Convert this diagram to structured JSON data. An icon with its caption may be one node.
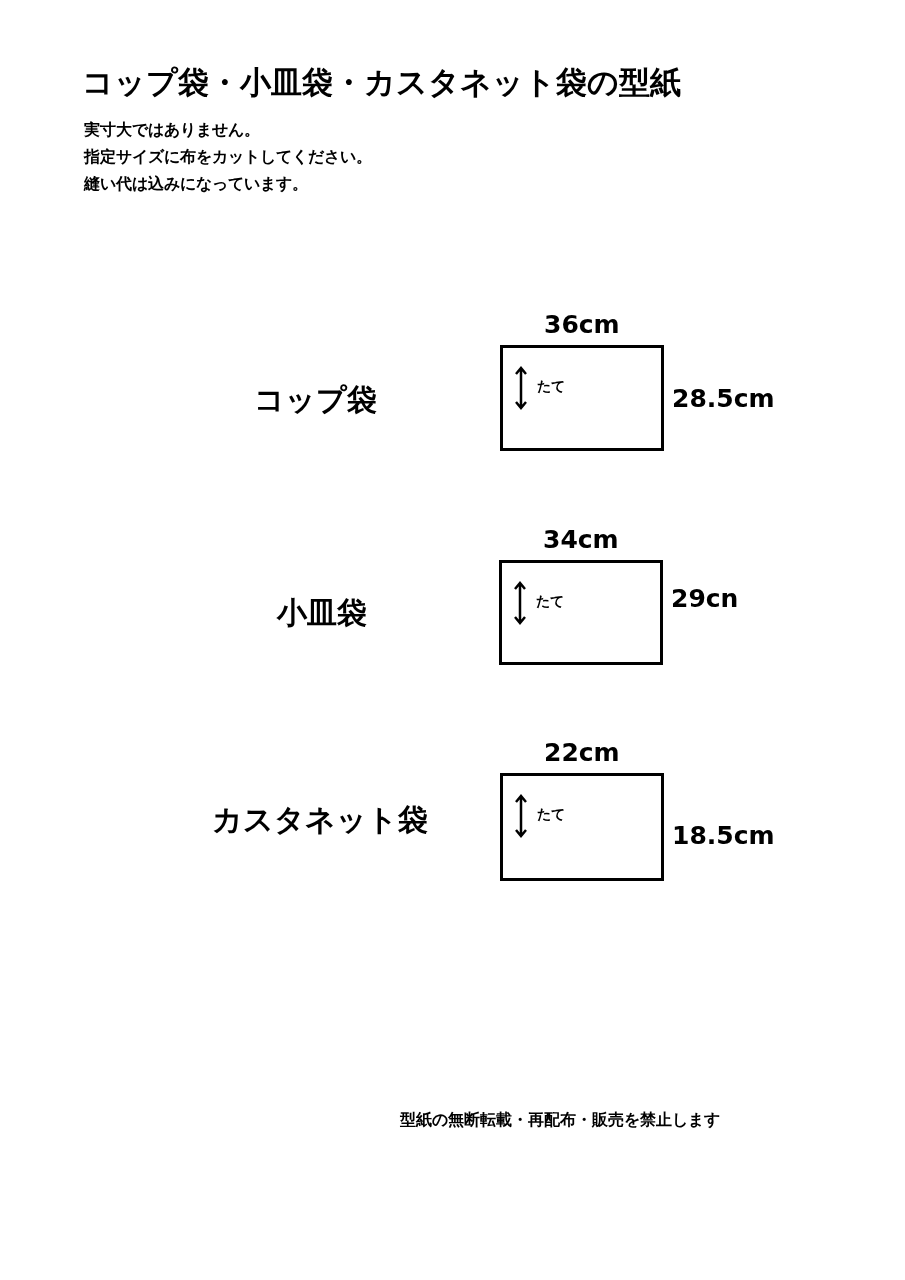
{
  "diagram": {
    "title": "コップ袋・小皿袋・カスタネット袋の型紙",
    "nodes": [
      {
        "text": [
          "たて"
        ],
        "beside": [
          "36cm",
          "28.5cm"
        ]
      },
      {
        "text": [
          "たて"
        ],
        "beside": [
          "34cm",
          "29cn"
        ]
      },
      {
        "text": [
          "たて"
        ],
        "beside": [
          "22cm",
          "18.5cm"
        ]
      }
    ],
    "labels": [
      "実寸大ではありません。",
      "指定サイズに布をカットしてください。",
      "縫い代は込みになっています。",
      "コップ袋",
      "小皿袋",
      "カスタネット袋",
      "型紙の無断転載・再配布・販売を禁止します"
    ]
  }
}
